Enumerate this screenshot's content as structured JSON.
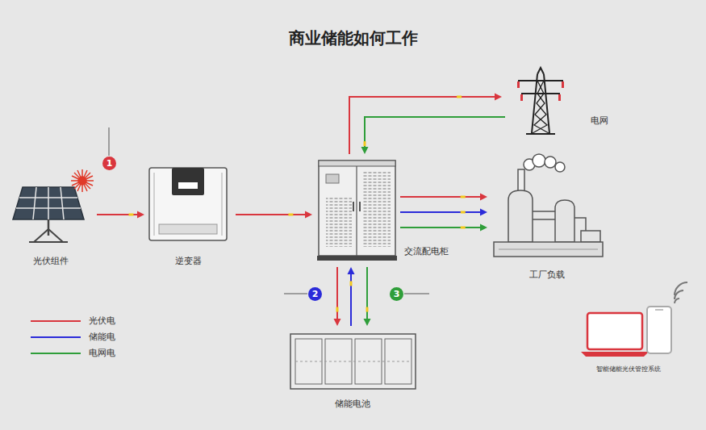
{
  "diagram": {
    "title": "商业储能如何工作",
    "nodes": [
      {
        "text": [
          "光伏组件"
        ]
      },
      {
        "text": [
          "逆变器"
        ]
      },
      {
        "text": [
          "交流配电柜"
        ]
      },
      {
        "text": [
          "电网"
        ]
      },
      {
        "text": [
          "工厂负载"
        ]
      },
      {
        "text": [
          "储能电池"
        ]
      },
      {
        "text": [
          "智能储能光伏管控系统"
        ]
      }
    ],
    "edges": [
      {
        "from": 0,
        "to": 1,
        "arrow": "to"
      },
      {
        "from": 1,
        "to": 2,
        "arrow": "to"
      },
      {
        "from": 2,
        "to": 3,
        "arrow": "to"
      },
      {
        "from": 3,
        "to": 2,
        "arrow": "to"
      },
      {
        "from": 2,
        "to": 4,
        "arrow": "to"
      },
      {
        "from": 2,
        "to": 4,
        "arrow": "to"
      },
      {
        "from": 2,
        "to": 4,
        "arrow": "to"
      },
      {
        "from": 2,
        "to": 5,
        "arrow": "to"
      },
      {
        "from": 5,
        "to": 2,
        "arrow": "to"
      },
      {
        "from": 2,
        "to": 5,
        "arrow": "to"
      }
    ],
    "labels": [
      "1",
      "2",
      "3"
    ],
    "legend": [
      {
        "text": "光伏电",
        "color": "#d9363e"
      },
      {
        "text": "储能电",
        "color": "#2b2bd9"
      },
      {
        "text": "电网电",
        "color": "#2f9e3a"
      }
    ]
  }
}
